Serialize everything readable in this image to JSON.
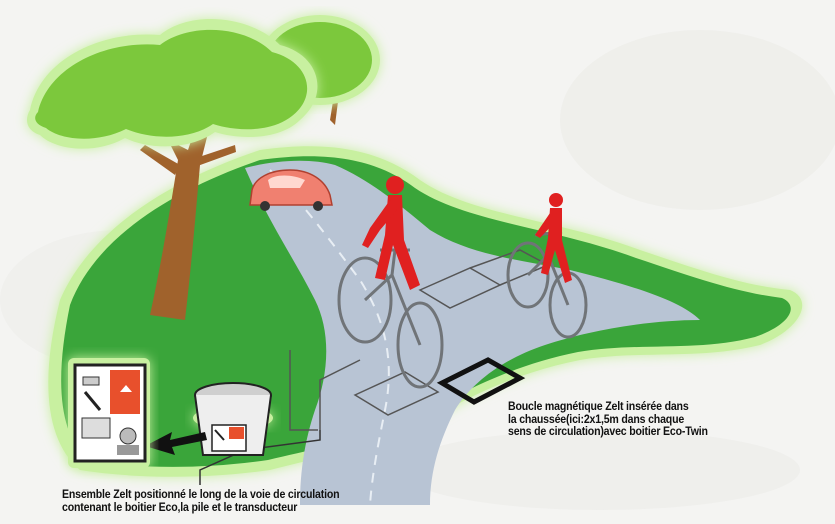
{
  "captions": {
    "loop": {
      "line1": "Boucle magnétique Zelt insérée dans",
      "line2": "la chaussée(ici:2x1,5m dans chaque",
      "line3": "sens de circulation)avec boitier Eco-Twin"
    },
    "enclosure": {
      "line1": "Ensemble Zelt positionné le long de la voie de circulation",
      "line2": "contenant le boitier Eco,la pile et le transducteur"
    }
  },
  "colors": {
    "grass": "#3aa53a",
    "grass_glow": "#c8f0a0",
    "road": "#b8c4d4",
    "tree_foliage": "#7cc83c",
    "tree_trunk": "#a0622c",
    "cyclist": "#e02020",
    "bicycle": "#707478",
    "car": "#f08070",
    "device_red": "#e8502c"
  },
  "icons": {
    "tree": "tree-icon",
    "car": "car-icon",
    "cyclist": "cyclist-icon",
    "loop": "magnetic-loop-icon",
    "enclosure": "zelt-enclosure-icon",
    "device": "eco-counter-device-icon"
  }
}
